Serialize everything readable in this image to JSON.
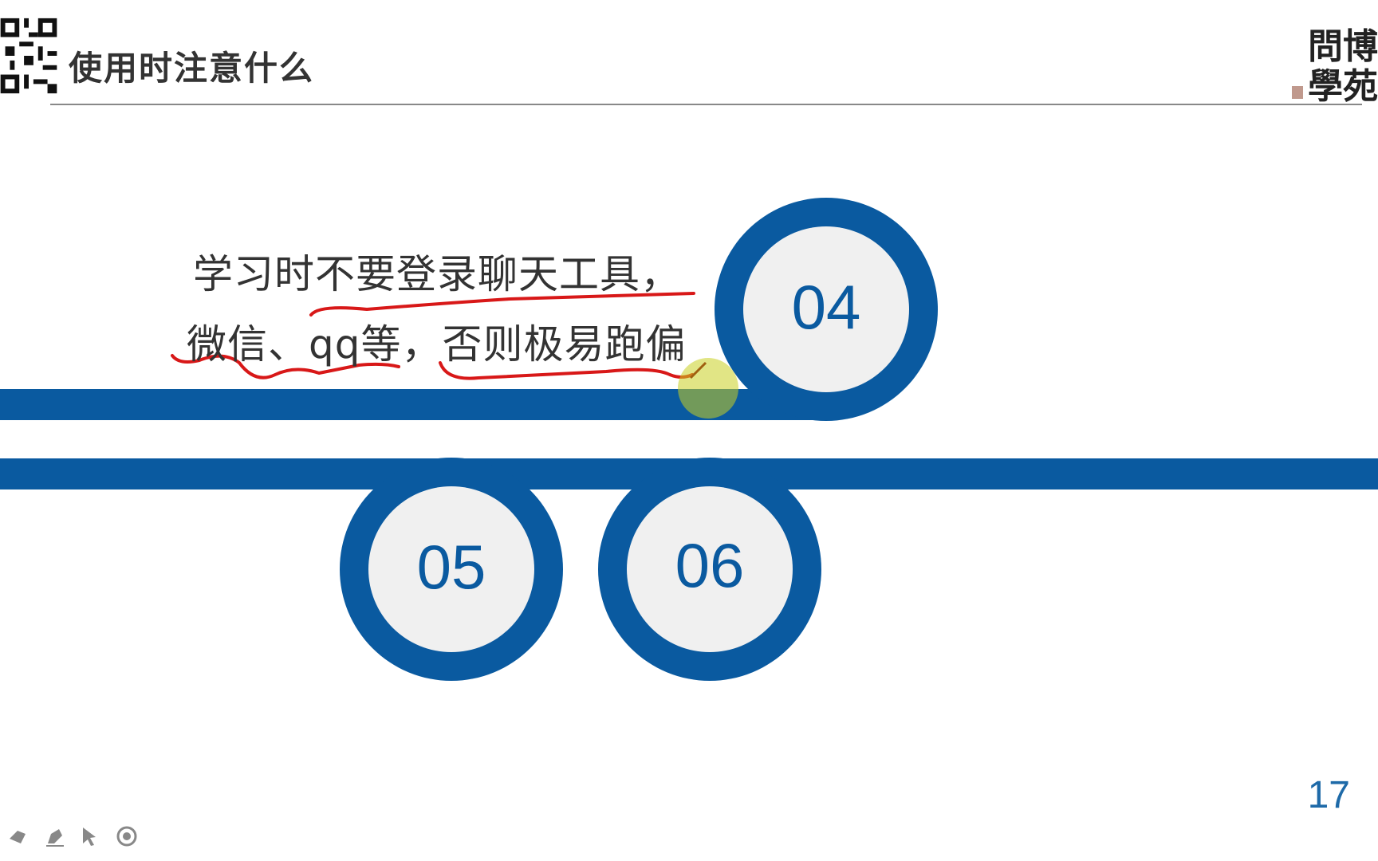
{
  "header": {
    "title": "使用时注意什么",
    "logo_text": "問博學苑"
  },
  "slide": {
    "note_line1": "学习时不要登录聊天工具，",
    "note_line2": "微信、qq等，否则极易跑偏",
    "steps": [
      "04",
      "05",
      "06"
    ],
    "page_number": "17"
  },
  "colors": {
    "accent": "#0a5aa0",
    "annotation": "#d81818",
    "ring_fill": "#f0f0f0"
  },
  "toolbar": {
    "icons": [
      "pointer-hand-icon",
      "pen-icon",
      "arrow-cursor-icon",
      "record-icon"
    ]
  }
}
